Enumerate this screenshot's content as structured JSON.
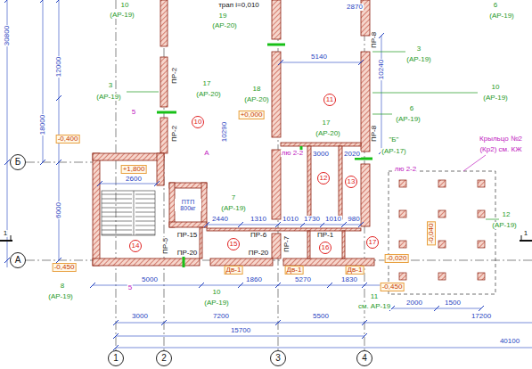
{
  "diagram": {
    "nodes": [
      {
        "text": [
          "1"
        ]
      },
      {
        "text": [
          "2"
        ]
      },
      {
        "text": [
          "3"
        ]
      },
      {
        "text": [
          "4"
        ]
      },
      {
        "text": [
          "Б"
        ]
      },
      {
        "text": [
          "А"
        ]
      },
      {
        "text": [
          "10"
        ]
      },
      {
        "text": [
          "11"
        ]
      },
      {
        "text": [
          "12"
        ]
      },
      {
        "text": [
          "13"
        ]
      },
      {
        "text": [
          "14"
        ]
      },
      {
        "text": [
          "15"
        ]
      },
      {
        "text": [
          "16"
        ]
      },
      {
        "text": [
          "17"
        ]
      }
    ],
    "labels": [
      "трап i=0,010",
      "19",
      "(АР-20)",
      "2870",
      "10",
      "(АР-19)",
      "6",
      "(АР-19)",
      "30800",
      "12000",
      "18000",
      "6000",
      "3",
      "(АР-19)",
      "17",
      "(АР-20)",
      "18",
      "(АР-20)",
      "5140",
      "3",
      "(АР-19)",
      "10",
      "(АР-19)",
      "6",
      "(АР-19)",
      "10240",
      "ПР-8",
      "ПР-8",
      "ПР-2",
      "ПР-2",
      "+0,000",
      "10290",
      "-0,400",
      "17",
      "(АР-20)",
      "\"Б\"",
      "(АР-17)",
      "Крыльцо №2",
      "(Кр2) см. КЖ",
      "+1,800",
      "2600",
      "3000",
      "2020",
      "лю 2-2",
      "лю 2-2",
      "ПТП 800кг",
      "7",
      "(АР-19)",
      "2440",
      "1310",
      "1010",
      "1730",
      "1010",
      "980",
      "ПР-6",
      "ПР-1",
      "ПР-7",
      "ПР-15",
      "ПР-5",
      "ПР-20",
      "ПР-20",
      "12",
      "(АР-19)",
      "-0,040",
      "-0,020",
      "-0,450",
      "-0,450",
      "8",
      "(АР-19)",
      "10",
      "(АР-19)",
      "11",
      "см. АР-19",
      "5000",
      "1860",
      "5270",
      "1830",
      "Дв-1",
      "Дв-1",
      "Дв-1",
      "3000",
      "7200",
      "5500",
      "17200",
      "15700",
      "40100",
      "2000",
      "1500",
      "1",
      "1",
      "5",
      "5",
      "А"
    ]
  }
}
